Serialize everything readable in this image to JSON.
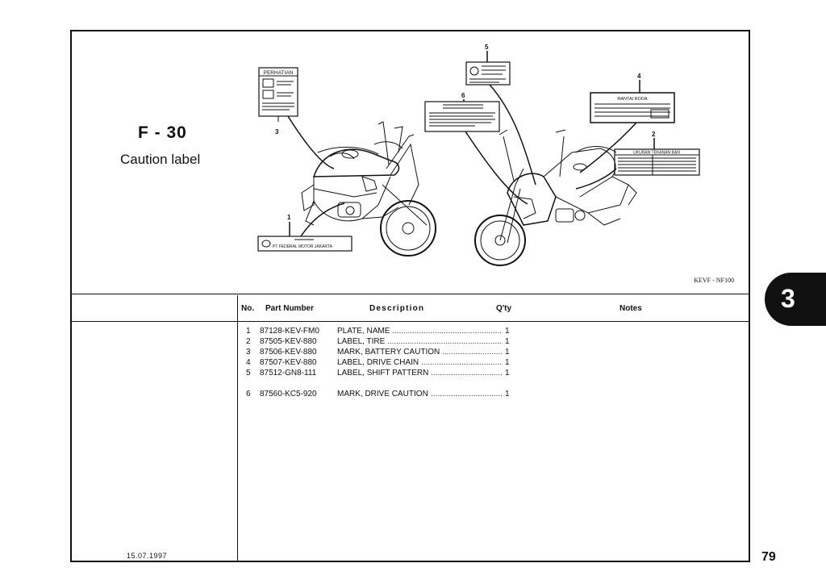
{
  "figure": {
    "code": "F - 30",
    "title": "Caution label",
    "model": "KEVF - NF100"
  },
  "columns": {
    "no": "No.",
    "part_number": "Part Number",
    "description": "Description",
    "qty": "Q'ty",
    "notes": "Notes"
  },
  "parts": [
    {
      "no": "1",
      "part_number": "87128-KEV-FM0",
      "description": "PLATE, NAME",
      "qty": "1"
    },
    {
      "no": "2",
      "part_number": "87505-KEV-880",
      "description": "LABEL, TIRE",
      "qty": "1"
    },
    {
      "no": "3",
      "part_number": "87506-KEV-880",
      "description": "MARK, BATTERY CAUTION",
      "qty": "1"
    },
    {
      "no": "4",
      "part_number": "87507-KEV-880",
      "description": "LABEL, DRIVE CHAIN",
      "qty": "1"
    },
    {
      "no": "5",
      "part_number": "87512-GN8-111",
      "description": "LABEL, SHIFT PATTERN",
      "qty": "1"
    },
    {
      "no": "6",
      "part_number": "87560-KC5-920",
      "description": "MARK, DRIVE CAUTION",
      "qty": "1"
    }
  ],
  "callouts": [
    "1",
    "2",
    "3",
    "4",
    "5",
    "6"
  ],
  "labels": {
    "perhatian": "PERHATIAN",
    "nameplate": "PT FEDERAL MOTOR JAKARTA",
    "rantai": "RANTAI RODA",
    "ukuran": "UKURAN TEKANAN BAN"
  },
  "footer": {
    "date": "15.07.1997",
    "page": "79",
    "section": "3"
  }
}
